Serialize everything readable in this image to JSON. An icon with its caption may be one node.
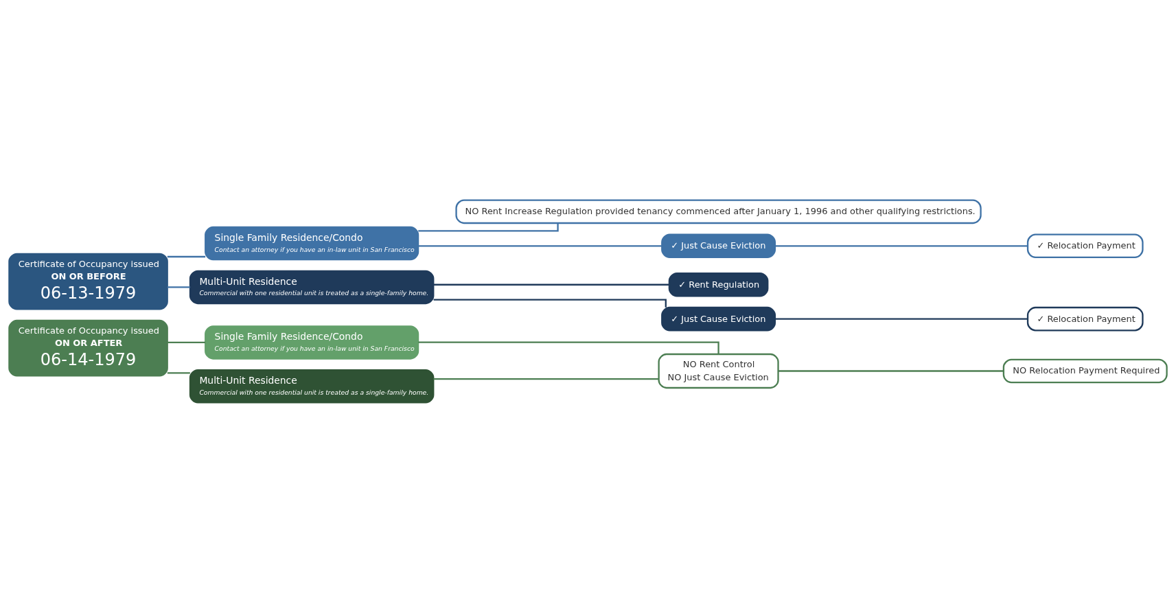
{
  "diagram": {
    "nodes": [
      {
        "text": [
          "Certificate of Occupancy issued",
          "ON OR BEFORE",
          "06-13-1979"
        ]
      },
      {
        "text": [
          "Single Family Residence/Condo",
          "Contact an attorney if you have an in-law unit in San Francisco"
        ]
      },
      {
        "text": [
          "NO Rent Increase Regulation provided tenancy commenced after January 1, 1996 and other qualifying restrictions."
        ]
      },
      {
        "text": [
          "✓ Just Cause Eviction"
        ]
      },
      {
        "text": [
          "✓ Relocation Payment"
        ]
      },
      {
        "text": [
          "Multi-Unit Residence",
          "Commercial with one residential unit is treated as a single-family home."
        ]
      },
      {
        "text": [
          "✓ Rent Regulation"
        ]
      },
      {
        "text": [
          "✓ Just Cause Eviction"
        ]
      },
      {
        "text": [
          "✓ Relocation Payment"
        ]
      },
      {
        "text": [
          "Certificate of Occupancy issued",
          "ON OR AFTER",
          "06-14-1979"
        ]
      },
      {
        "text": [
          "Single Family Residence/Condo",
          "Contact an attorney if you have an in-law unit in San Francisco"
        ]
      },
      {
        "text": [
          "Multi-Unit Residence",
          "Commercial with one residential unit is treated as a single-family home."
        ]
      },
      {
        "text": [
          "NO Rent Control",
          "NO Just Cause Eviction"
        ]
      },
      {
        "text": [
          "NO Relocation Payment Required"
        ]
      }
    ],
    "edges": [
      {
        "from": 0,
        "to": 1,
        "arrow": "none"
      },
      {
        "from": 0,
        "to": 5,
        "arrow": "none"
      },
      {
        "from": 1,
        "to": 2,
        "arrow": "none"
      },
      {
        "from": 1,
        "to": 3,
        "arrow": "none"
      },
      {
        "from": 3,
        "to": 4,
        "arrow": "none"
      },
      {
        "from": 5,
        "to": 6,
        "arrow": "none",
        "color": "#1f3a5a"
      },
      {
        "from": 5,
        "to": 7,
        "arrow": "none",
        "color": "#1f3a5a"
      },
      {
        "from": 7,
        "to": 8,
        "arrow": "none",
        "color": "#1f3a5a"
      },
      {
        "from": 9,
        "to": 10,
        "arrow": "none",
        "color": "#4c7e52"
      },
      {
        "from": 9,
        "to": 11,
        "arrow": "none",
        "color": "#4c7e52"
      },
      {
        "from": 10,
        "to": 12,
        "arrow": "none",
        "color": "#4c7e52"
      },
      {
        "from": 11,
        "to": 12,
        "arrow": "none",
        "color": "#4c7e52"
      },
      {
        "from": 12,
        "to": 13,
        "arrow": "none",
        "color": "#4c7e52"
      }
    ]
  }
}
